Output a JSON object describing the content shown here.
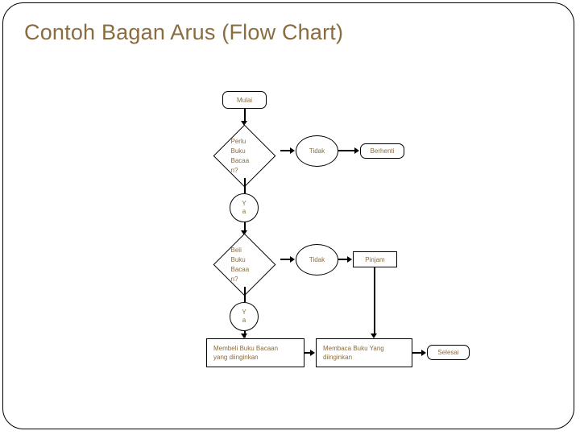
{
  "slide": {
    "title": "Contoh Bagan Arus (Flow Chart)",
    "title_color": "#8a6d3f",
    "background": "#ffffff",
    "border_color": "#000000"
  },
  "flowchart": {
    "nodes": [
      {
        "id": "mulai",
        "label": "Mulai",
        "shape": "rounded-rectangle"
      },
      {
        "id": "perlu_buku",
        "label": "Perlu Buku Bacaan?",
        "shape": "diamond"
      },
      {
        "id": "tidak_1",
        "label": "Tidak",
        "shape": "ellipse"
      },
      {
        "id": "berhenti",
        "label": "Berhenti",
        "shape": "rounded-rectangle"
      },
      {
        "id": "ya_1",
        "label": "Ya",
        "shape": "circle"
      },
      {
        "id": "beli_buku",
        "label": "Beli Buku Bacaan?",
        "shape": "diamond"
      },
      {
        "id": "tidak_2",
        "label": "Tidak",
        "shape": "ellipse"
      },
      {
        "id": "pinjam",
        "label": "Pinjam",
        "shape": "rectangle"
      },
      {
        "id": "ya_2",
        "label": "Ya",
        "shape": "circle"
      },
      {
        "id": "membeli_buku",
        "label": "Membeli Buku Bacaan yang diinginkan",
        "shape": "rectangle"
      },
      {
        "id": "membaca_buku",
        "label": "Membaca Buku Yang diinginkan",
        "shape": "rectangle"
      },
      {
        "id": "selesai",
        "label": "Selesai",
        "shape": "rounded-rectangle"
      }
    ],
    "edges": [
      {
        "from": "mulai",
        "to": "perlu_buku"
      },
      {
        "from": "perlu_buku",
        "to": "tidak_1"
      },
      {
        "from": "tidak_1",
        "to": "berhenti"
      },
      {
        "from": "perlu_buku",
        "to": "ya_1"
      },
      {
        "from": "ya_1",
        "to": "beli_buku"
      },
      {
        "from": "beli_buku",
        "to": "tidak_2"
      },
      {
        "from": "tidak_2",
        "to": "pinjam"
      },
      {
        "from": "beli_buku",
        "to": "ya_2"
      },
      {
        "from": "ya_2",
        "to": "membeli_buku"
      },
      {
        "from": "membeli_buku",
        "to": "membaca_buku"
      },
      {
        "from": "pinjam",
        "to": "membaca_buku"
      },
      {
        "from": "membaca_buku",
        "to": "selesai"
      }
    ],
    "diamond_label_lines": {
      "perlu_buku": [
        "Perlu",
        "Buku",
        "Bacaa",
        "n?"
      ],
      "beli_buku": [
        "Beli",
        "Buku",
        "Bacaa",
        "n?"
      ]
    },
    "circle_label_lines": {
      "ya_1": [
        "Y",
        "a"
      ],
      "ya_2": [
        "Y",
        "a"
      ]
    },
    "box_label_lines": {
      "membeli_buku": [
        "Membeli Buku Bacaan",
        "yang diinginkan"
      ],
      "membaca_buku": [
        "Membaca Buku Yang",
        "diinginkan"
      ]
    }
  }
}
